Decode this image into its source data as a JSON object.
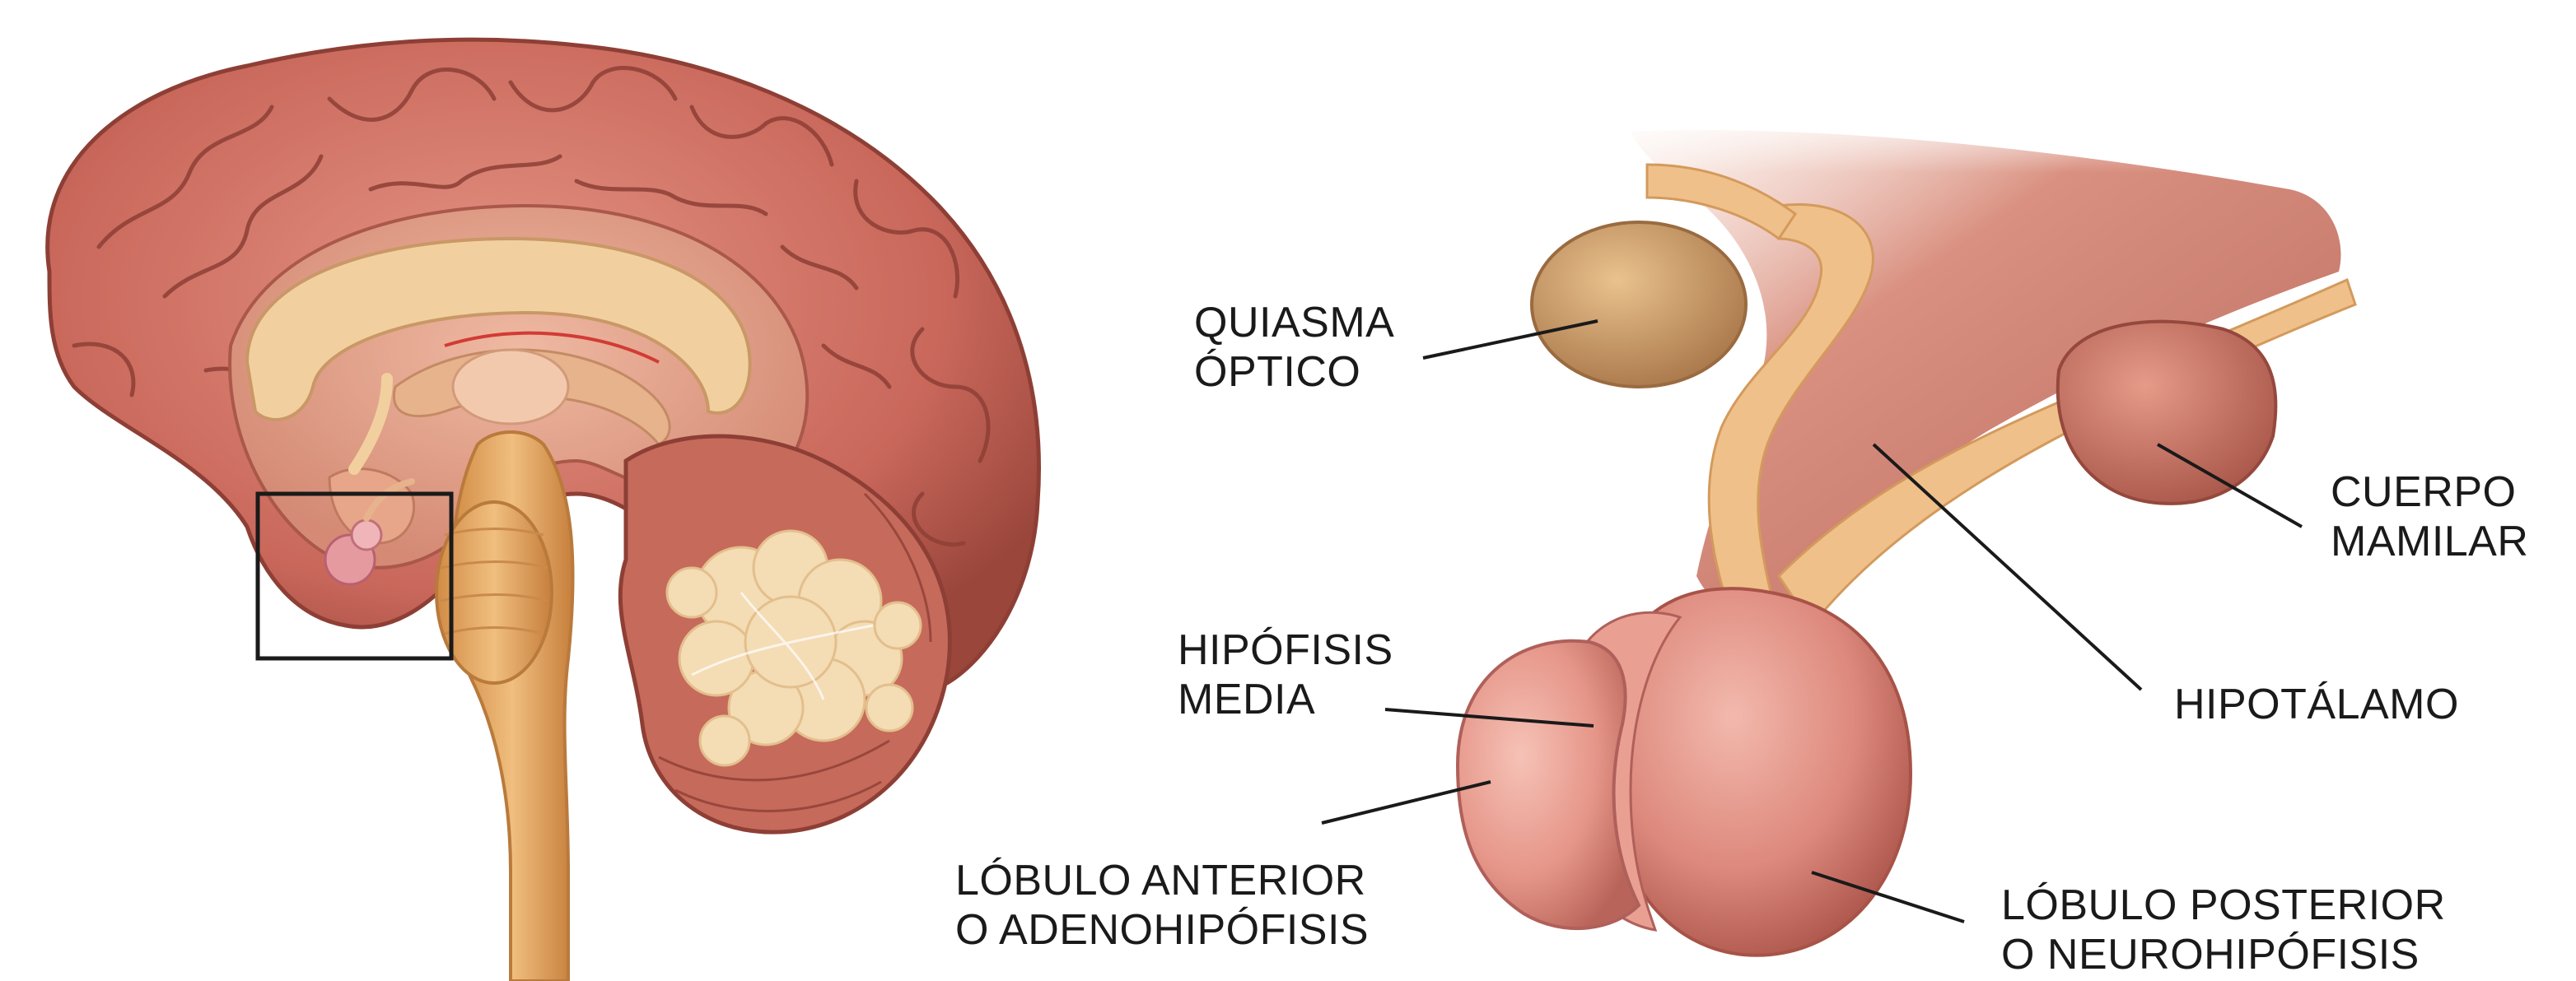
{
  "labels": {
    "quiasma": [
      "QUIASMA",
      "ÓPTICO"
    ],
    "cuerpo": [
      "CUERPO",
      "MAMILAR"
    ],
    "hipofisis_media": [
      "HIPÓFISIS",
      "MEDIA"
    ],
    "hipotalamo": [
      "HIPOTÁLAMO"
    ],
    "lobulo_anterior": [
      "LÓBULO ANTERIOR",
      "O ADENOHIPÓFISIS"
    ],
    "lobulo_posterior": [
      "LÓBULO POSTERIOR",
      "O NEUROHIPÓFISIS"
    ]
  },
  "colors": {
    "cortex": "#c9675b",
    "cortex_dark": "#8e3f35",
    "inner": "#dfa08c",
    "callosum": "#f2cf9f",
    "stem": "#e9b06a",
    "cerebellum_tree": "#f4dcb5",
    "pituitary": "#e28f86",
    "pituitary_light": "#f1b2a6",
    "hypothalamus": "#d78a78",
    "chiasm": "#cfa06a",
    "stalk": "#f0c08a"
  },
  "icons": {
    "inset_frame": "zoom-frame-icon"
  }
}
